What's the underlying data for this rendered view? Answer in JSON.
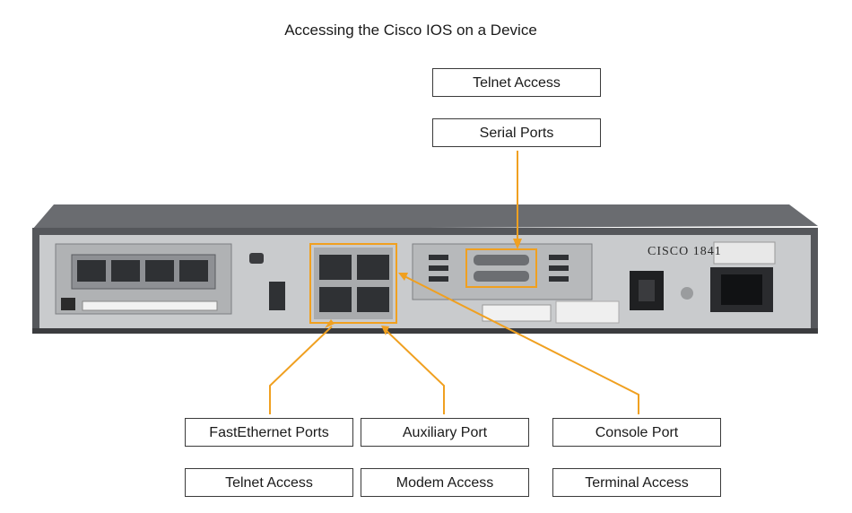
{
  "title": "Accessing the Cisco IOS on a Device",
  "router": {
    "model_label": "CISCO 1841"
  },
  "callouts": {
    "serial": {
      "line1": "Telnet Access",
      "line2": "Serial Ports"
    },
    "fastethernet": {
      "line1": "FastEthernet Ports",
      "line2": "Telnet Access"
    },
    "auxiliary": {
      "line1": "Auxiliary Port",
      "line2": "Modem Access"
    },
    "console": {
      "line1": "Console Port",
      "line2": "Terminal Access"
    }
  },
  "colors": {
    "callout_line": "#f0a020",
    "chassis": "#5e6064",
    "faceplate": "#c8cacc",
    "port_highlight": "#f0a020"
  }
}
